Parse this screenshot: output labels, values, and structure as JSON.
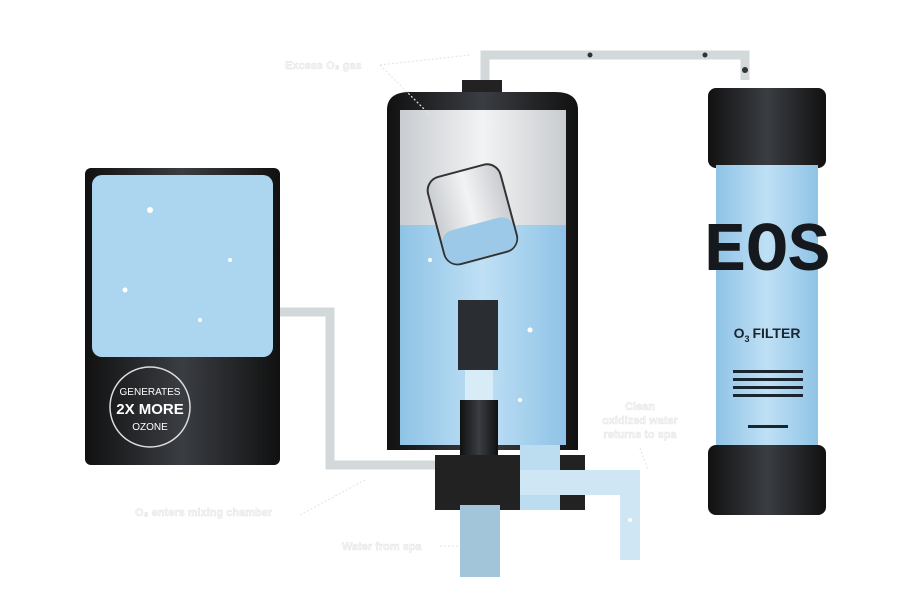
{
  "generator": {
    "line1": "GENERATES",
    "line2": "2X MORE",
    "line3": "OZONE"
  },
  "filter": {
    "brand": "EOS",
    "product": "O₃ FILTER",
    "product_o": "O",
    "product_sub": "3",
    "product_rest": "FILTER"
  },
  "labels": {
    "excess_gas": "Excess O₃ gas",
    "clean_water_1": "Clean",
    "clean_water_2": "oxidized water",
    "clean_water_3": "returns to spa",
    "mixing_chamber": "O₃ enters mixing chamber",
    "water_from_spa": "Water from spa"
  },
  "colors": {
    "water": "#a9d4ee",
    "dark": "#1c1f24",
    "tube": "#e2e6e8"
  }
}
